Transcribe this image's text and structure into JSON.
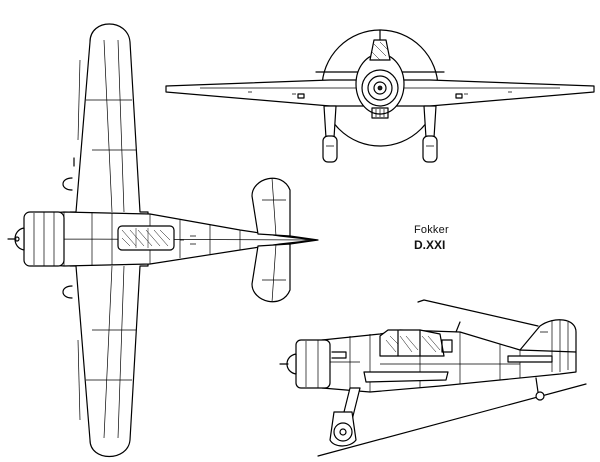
{
  "labels": {
    "manufacturer": "Fokker",
    "model": "D.XXI"
  },
  "views": [
    "top-view",
    "front-view",
    "side-view"
  ],
  "colors": {
    "ink": "#000000",
    "paper": "#ffffff"
  }
}
